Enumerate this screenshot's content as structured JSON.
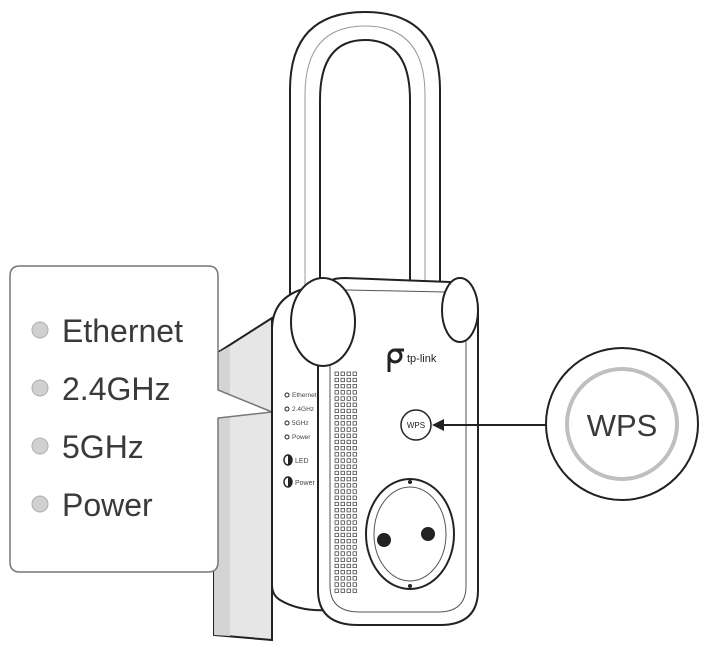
{
  "legend": {
    "items": [
      {
        "label": "Ethernet"
      },
      {
        "label": "2.4GHz"
      },
      {
        "label": "5GHz"
      },
      {
        "label": "Power"
      }
    ]
  },
  "device": {
    "brand": "tp-link",
    "side_leds": [
      "Ethernet",
      "2.4GHz",
      "5GHz",
      "Power"
    ],
    "led_switch_label": "LED",
    "power_switch_label": "Power",
    "front_button_label": "WPS"
  },
  "zoom": {
    "label": "WPS"
  },
  "colors": {
    "outline": "#222222",
    "wall": "#e6e6e6",
    "led_dot": "#d0d0d0",
    "zoom_ring": "#bfbfbf",
    "text": "#3a3a3a"
  }
}
